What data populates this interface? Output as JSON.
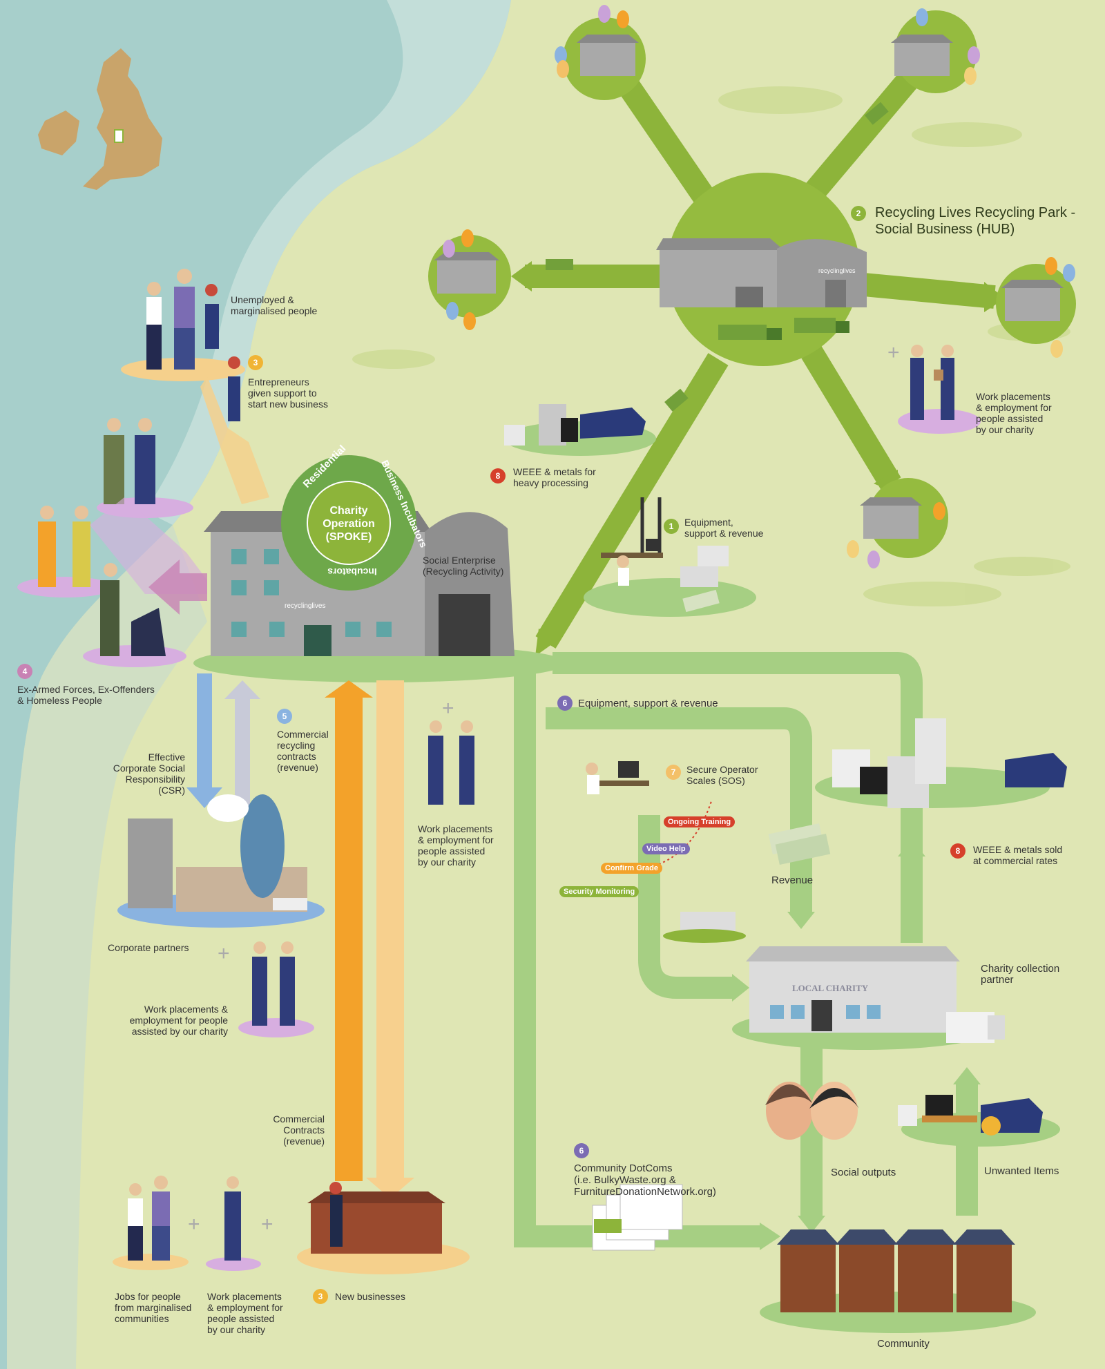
{
  "colors": {
    "sea": "#a9d0cc",
    "land": "#dfe6b4",
    "hub_green": "#8db43a",
    "light_green": "#a6cf83",
    "orange": "#f3a22a",
    "purple": "#7b6cb3",
    "red": "#d6402b",
    "pink": "#c882b4",
    "yellow": "#f0b434"
  },
  "hub": {
    "number": "2",
    "title_line1": "Recycling Lives Recycling Park -",
    "title_line2": "Social Business  (HUB)",
    "logo_text": "recyclinglives"
  },
  "spoke": {
    "ring_top": "Residential",
    "ring_right": "Business Incubators",
    "ring_bottom": "Incubators",
    "center_line1": "Charity",
    "center_line2": "Operation",
    "center_line3": "(SPOKE)",
    "logo_text": "recyclinglives",
    "social_enterprise_line1": "Social Enterprise",
    "social_enterprise_line2": "(Recycling Activity)"
  },
  "people": {
    "unemployed_line1": "Unemployed &",
    "unemployed_line2": "marginalised people",
    "entrepreneurs_number": "3",
    "entrepreneurs_line1": "Entrepreneurs",
    "entrepreneurs_line2": "given support to",
    "entrepreneurs_line3": "start new business",
    "exforces_number": "4",
    "exforces_line1": "Ex-Armed Forces, Ex-Offenders",
    "exforces_line2": "& Homeless People"
  },
  "hub_links": {
    "weee_number": "8",
    "weee_line1": "WEEE & metals for",
    "weee_line2": "heavy processing",
    "equipment_number": "1",
    "equipment_line1": "Equipment,",
    "equipment_line2": "support & revenue",
    "work_line1": "Work placements",
    "work_line2": "& employment for",
    "work_line3": "people assisted",
    "work_line4": "by our charity"
  },
  "corporate": {
    "csr_line1": "Effective",
    "csr_line2": "Corporate Social",
    "csr_line3": "Responsibility",
    "csr_line4": "(CSR)",
    "contracts_number": "5",
    "contracts_line1": "Commercial",
    "contracts_line2": "recycling",
    "contracts_line3": "contracts",
    "contracts_line4": "(revenue)",
    "partners": "Corporate partners",
    "work_line1": "Work placements &",
    "work_line2": "employment for people",
    "work_line3": "assisted by our charity",
    "center_work_line1": "Work placements",
    "center_work_line2": "& employment for",
    "center_work_line3": "people assisted",
    "center_work_line4": "by our charity",
    "commercial_line1": "Commercial",
    "commercial_line2": "Contracts",
    "commercial_line3": "(revenue)"
  },
  "bottom": {
    "jobs_line1": "Jobs for people",
    "jobs_line2": "from marginalised",
    "jobs_line3": "communities",
    "work_line1": "Work placements",
    "work_line2": "& employment for",
    "work_line3": "people assisted",
    "work_line4": "by our charity",
    "new_business_number": "3",
    "new_business": "New businesses"
  },
  "community_side": {
    "equip_number": "6",
    "equip_label": "Equipment, support & revenue",
    "sos_number": "7",
    "sos_line1": "Secure Operator",
    "sos_line2": "Scales (SOS)",
    "tag_training": "Ongoing Training",
    "tag_video": "Video Help",
    "tag_grade": "Confirm Grade",
    "tag_security": "Security Monitoring",
    "revenue": "Revenue",
    "weee_number": "8",
    "weee_line1": "WEEE & metals sold",
    "weee_line2": "at commercial rates",
    "charity_sign": "LOCAL CHARITY",
    "charity_line1": "Charity collection",
    "charity_line2": "partner",
    "social_outputs": "Social outputs",
    "unwanted": "Unwanted Items",
    "dotcom_number": "6",
    "dotcom_line1": "Community DotComs",
    "dotcom_line2": "(i.e. BulkyWaste.org &",
    "dotcom_line3": "FurnitureDonationNetwork.org)",
    "community": "Community"
  }
}
